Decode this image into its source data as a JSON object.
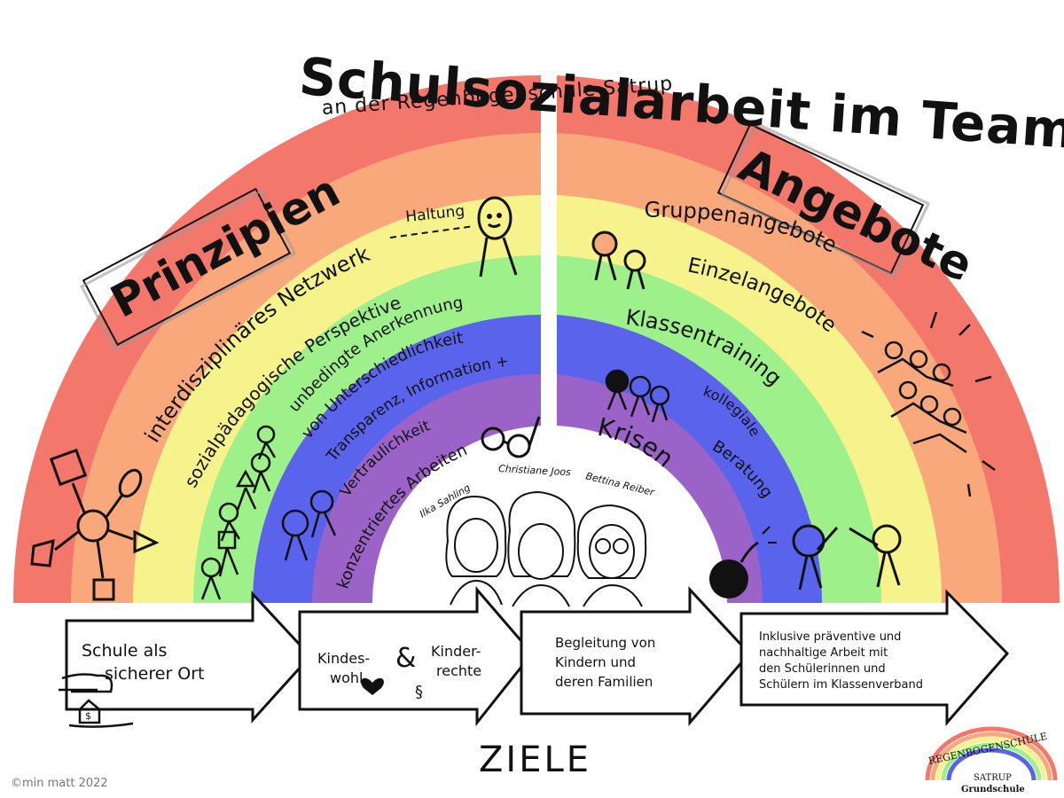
{
  "header": {
    "title": "Schulsozialarbeit im Team",
    "subtitle": "an der Regenbogenschule Satrup"
  },
  "left": {
    "heading": "Prinzipien",
    "haltung": "Haltung",
    "bands": [
      "interdisziplinäres Netzwerk",
      "sozialpädagogische Perspektive",
      "unbedingte Anerkennung",
      "von Unterschiedlichkeit",
      "Transparenz, Information +",
      "Vertraulichkeit",
      "konzentriertes Arbeiten"
    ]
  },
  "right": {
    "heading": "Angebote",
    "bands": [
      "Gruppenangebote",
      "Einzelangebote",
      "Klassentraining",
      "kollegiale",
      "Beratung",
      "Krisen"
    ]
  },
  "people": [
    "Ilka Sahling",
    "Christiane Joos",
    "Bettina Reiber"
  ],
  "goals": {
    "label": "ZIELE",
    "items": [
      {
        "line1": "Schule als",
        "line2": "sicherer Ort",
        "line3": "",
        "line4": ""
      },
      {
        "left1": "Kindes-",
        "left2": "wohl",
        "amp": "&",
        "right1": "Kinder-",
        "right2": "rechte",
        "para": "§"
      },
      {
        "line1": "Begleitung von",
        "line2": "Kindern und",
        "line3": "deren Familien",
        "line4": ""
      },
      {
        "line1": "Inklusive präventive und",
        "line2": "nachhaltige Arbeit mit",
        "line3": "den Schülerinnen und",
        "line4": "Schülern im Klassenverband"
      }
    ]
  },
  "logo": {
    "top": "REGENBOGENSCHULE",
    "mid": "SATRUP",
    "bottom": "Grundschule"
  },
  "credit": "©min matt 2022",
  "colors": {
    "red": "#f4776c",
    "orange": "#f9a87c",
    "yellow": "#f7f38c",
    "green": "#9ef08a",
    "blue": "#5a63ec",
    "purple": "#9b63c8"
  }
}
